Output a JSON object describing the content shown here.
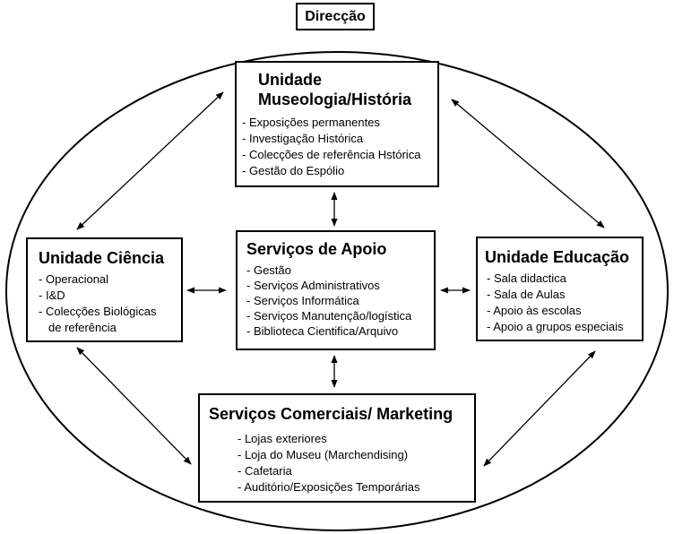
{
  "header": {
    "label": "Direcção"
  },
  "units": {
    "museologia": {
      "title_lines": [
        "Unidade",
        "Museologia/História"
      ],
      "items": [
        "Exposições permanentes",
        "Investigação Histórica",
        "Colecções de referência Hstórica",
        "Gestão do Espólio"
      ]
    },
    "ciencia": {
      "title": "Unidade Ciência",
      "items": [
        "Operacional",
        "I&D"
      ],
      "item_multiline": [
        "Colecções Biológicas",
        "de referência"
      ]
    },
    "apoio": {
      "title": "Serviços de Apoio",
      "items": [
        "Gestão",
        "Serviços Administrativos",
        "Serviços Informática",
        "Serviços Manutenção/logística",
        "Biblioteca Cientifica/Arquivo"
      ]
    },
    "educacao": {
      "title": "Unidade Educação",
      "items": [
        "Sala didactica",
        "Sala de Aulas",
        "Apoio às escolas",
        "Apoio a grupos especiais"
      ]
    },
    "comerciais": {
      "title": "Serviços Comerciais/ Marketing",
      "items": [
        "Lojas exteriores",
        "Loja do Museu (Marchendising)",
        "Cafetaria",
        "Auditório/Exposições Temporárias"
      ]
    }
  }
}
